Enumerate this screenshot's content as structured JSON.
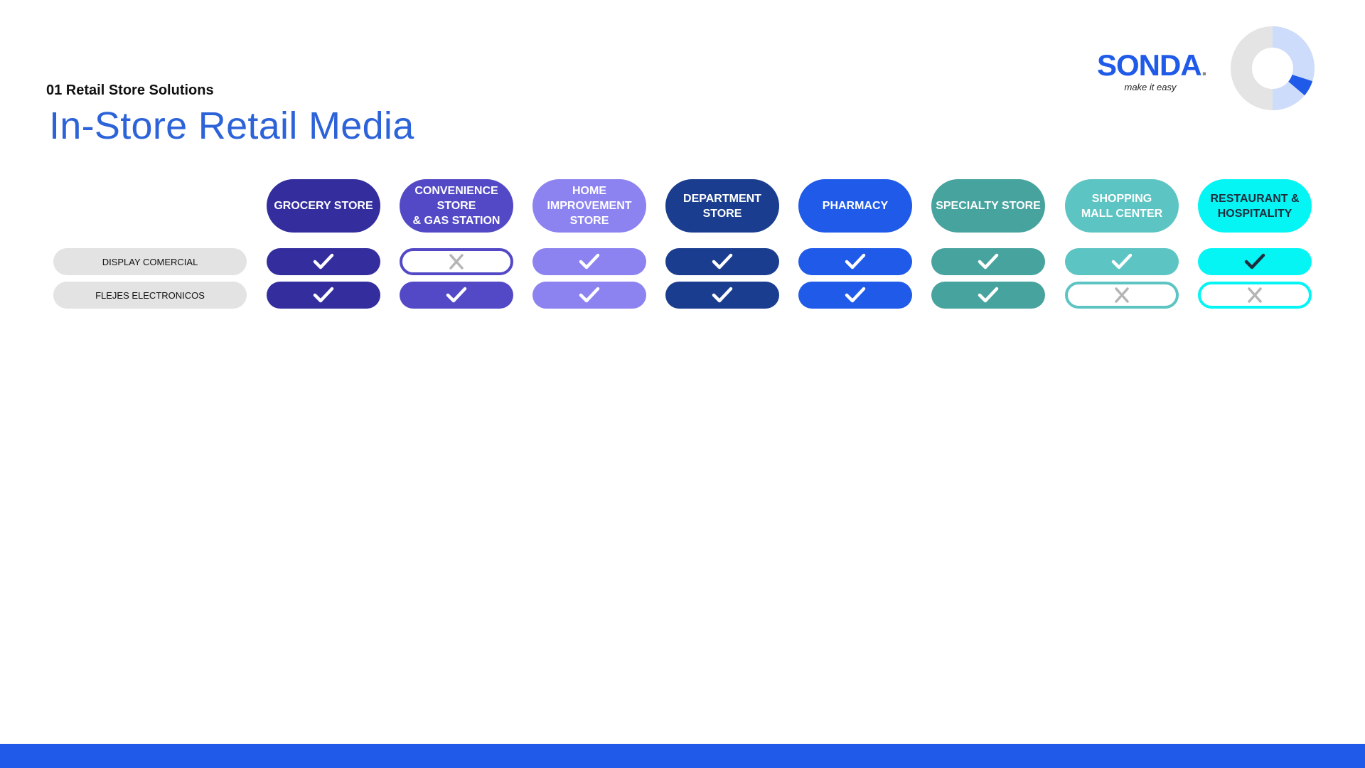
{
  "header": {
    "section": "01 Retail Store Solutions",
    "title": "In-Store Retail Media"
  },
  "logo": {
    "brand": "SONDA",
    "dot": ".",
    "tagline": "make it easy"
  },
  "columns": [
    {
      "label": "GROCERY STORE",
      "color": "#332d9e",
      "text_color": "#ffffff"
    },
    {
      "label": "CONVENIENCE\nSTORE\n& GAS STATION",
      "color": "#5349c6",
      "text_color": "#ffffff"
    },
    {
      "label": "HOME\nIMPROVEMENT\nSTORE",
      "color": "#8c82f0",
      "text_color": "#ffffff"
    },
    {
      "label": "DEPARTMENT\nSTORE",
      "color": "#1a3d8f",
      "text_color": "#ffffff"
    },
    {
      "label": "PHARMACY",
      "color": "#1f5ae8",
      "text_color": "#ffffff"
    },
    {
      "label": "SPECIALTY STORE",
      "color": "#47a39e",
      "text_color": "#ffffff"
    },
    {
      "label": "SHOPPING\nMALL CENTER",
      "color": "#5cc4c2",
      "text_color": "#ffffff"
    },
    {
      "label": "RESTAURANT &\nHOSPITALITY",
      "color": "#05f4f4",
      "text_color": "#1f2d3d"
    }
  ],
  "rows": [
    {
      "label": "DISPLAY COMERCIAL",
      "values": [
        true,
        false,
        true,
        true,
        true,
        true,
        true,
        true
      ]
    },
    {
      "label": "FLEJES ELECTRONICOS",
      "values": [
        true,
        true,
        true,
        true,
        true,
        true,
        false,
        false
      ]
    }
  ],
  "icons": {
    "yes": "checkmark-icon",
    "no": "x-mark-icon"
  },
  "colors": {
    "accent": "#1f5ae8",
    "title": "#2d63d8",
    "no_mark": "#b5b5b5"
  }
}
